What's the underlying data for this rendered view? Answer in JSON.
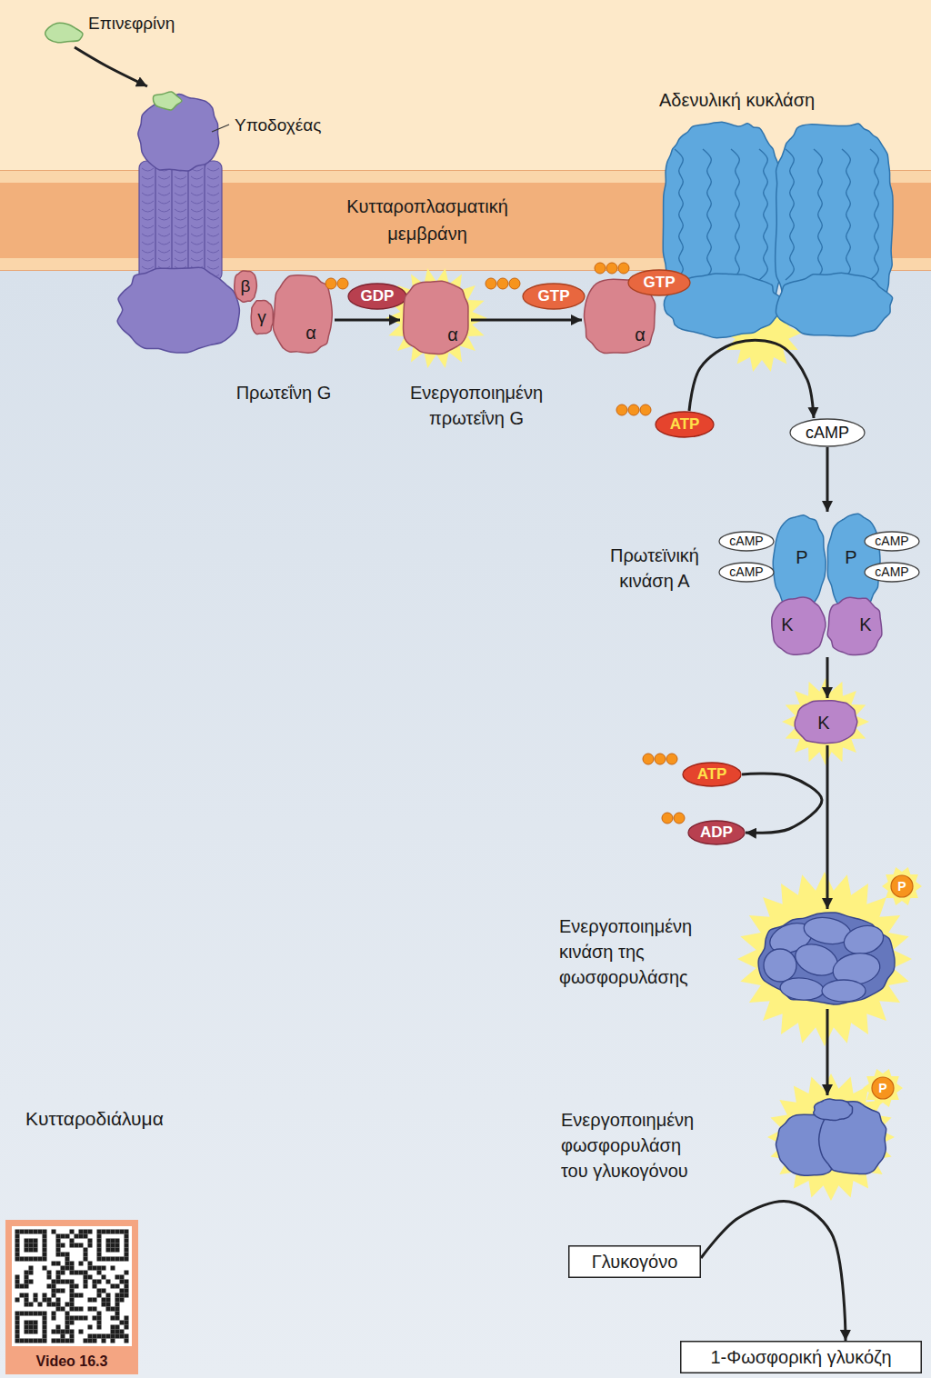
{
  "diagram": {
    "nodes": [
      {
        "text": [
          "Επινεφρίνη"
        ]
      },
      {
        "text": [
          "Υποδοχέας"
        ]
      },
      {
        "text": [
          "Αδενυλική κυκλάση"
        ]
      },
      {
        "text": [
          "Πρωτεΐνη G"
        ]
      },
      {
        "text": [
          "β"
        ],
        "in": 3
      },
      {
        "text": [
          "γ"
        ],
        "in": 3
      },
      {
        "text": [
          "α"
        ],
        "in": 3
      },
      {
        "text": [
          "GDP"
        ]
      },
      {
        "text": [
          "α",
          "Ενεργοποιημένη πρωτεΐνη G"
        ]
      },
      {
        "text": [
          "GTP"
        ]
      },
      {
        "text": [
          "α"
        ]
      },
      {
        "text": [
          "GTP"
        ]
      },
      {
        "text": [
          "ATP"
        ]
      },
      {
        "text": [
          "cAMP"
        ]
      },
      {
        "text": [
          "Πρωτεϊνική κινάση Α"
        ]
      },
      {
        "text": [
          "P"
        ],
        "in": 14
      },
      {
        "text": [
          "P"
        ],
        "in": 14
      },
      {
        "text": [
          "K"
        ],
        "in": 14
      },
      {
        "text": [
          "K"
        ],
        "in": 14
      },
      {
        "text": [
          "cAMP"
        ],
        "in": 14
      },
      {
        "text": [
          "cAMP"
        ],
        "in": 14
      },
      {
        "text": [
          "cAMP"
        ],
        "in": 14
      },
      {
        "text": [
          "cAMP"
        ],
        "in": 14
      },
      {
        "text": [
          "K"
        ]
      },
      {
        "text": [
          "ATP"
        ]
      },
      {
        "text": [
          "ADP"
        ]
      },
      {
        "text": [
          "Ενεργοποιημένη κινάση της φωσφορυλάσης"
        ]
      },
      {
        "text": [
          "P"
        ],
        "in": 26
      },
      {
        "text": [
          "Ενεργοποιημένη φωσφορυλάση του γλυκογόνου"
        ]
      },
      {
        "text": [
          "P"
        ],
        "in": 28
      },
      {
        "text": [
          "Γλυκογόνο"
        ]
      },
      {
        "text": [
          "1-Φωσφορική γλυκόζη"
        ]
      }
    ],
    "edges": [
      {
        "from": 0,
        "to": 1,
        "arrow": "to"
      },
      {
        "from": 3,
        "to": 8,
        "arrow": "to"
      },
      {
        "from": 8,
        "to": 10,
        "arrow": "to"
      },
      {
        "from": 12,
        "to": 13,
        "arrow": "to"
      },
      {
        "from": 13,
        "to": 14,
        "arrow": "to"
      },
      {
        "from": 14,
        "to": 23,
        "arrow": "to"
      },
      {
        "from": 23,
        "to": 26,
        "arrow": "to"
      },
      {
        "from": 24,
        "to": 25,
        "arrow": "to"
      },
      {
        "from": 26,
        "to": 28,
        "arrow": "to"
      },
      {
        "from": 30,
        "to": 31,
        "arrow": "to"
      }
    ],
    "labels": [
      "Κυτταροπλασματική μεμβράνη",
      "Κυτταροδιάλυμα",
      "Video 16.3"
    ]
  }
}
